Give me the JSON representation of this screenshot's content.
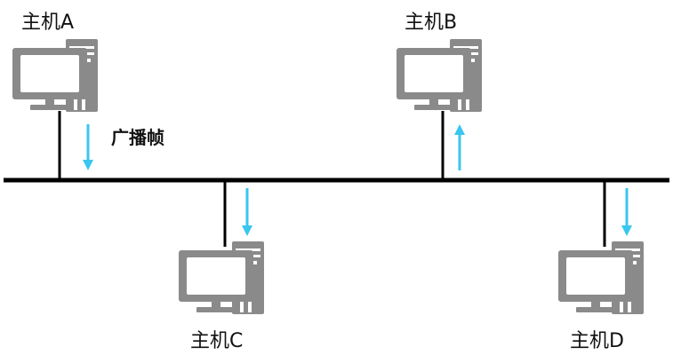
{
  "hosts": [
    {
      "id": "A",
      "label": "主机A"
    },
    {
      "id": "B",
      "label": "主机B"
    },
    {
      "id": "C",
      "label": "主机C"
    },
    {
      "id": "D",
      "label": "主机D"
    }
  ],
  "frame_label": "广播帧",
  "colors": {
    "bus": "#000000",
    "computer": "#8a8a8a",
    "screen": "#ffffff",
    "arrow": "#39c6ef",
    "text": "#111111"
  }
}
